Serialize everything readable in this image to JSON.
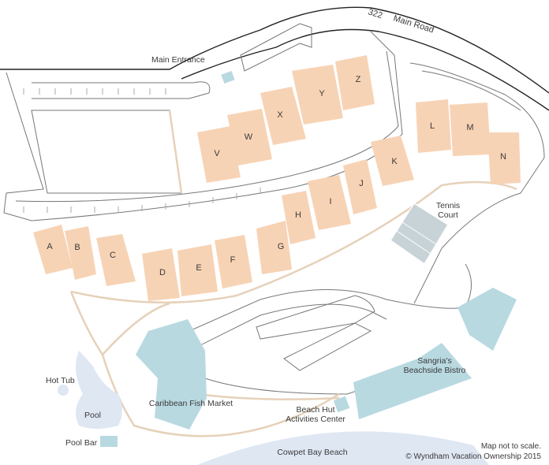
{
  "road": {
    "number": "322",
    "name": "Main Road"
  },
  "labels": {
    "main_entrance": "Main Entrance",
    "tennis_court": [
      "Tennis",
      "Court"
    ],
    "sangrias": [
      "Sangria's",
      "Beachside Bistro"
    ],
    "fish_market": "Caribbean Fish Market",
    "beach_hut": [
      "Beach Hut",
      "Activities Center"
    ],
    "hot_tub": "Hot Tub",
    "pool": "Pool",
    "pool_bar": "Pool Bar",
    "beach": "Cowpet Bay Beach"
  },
  "buildings": [
    "A",
    "B",
    "C",
    "D",
    "E",
    "F",
    "G",
    "H",
    "I",
    "J",
    "K",
    "L",
    "M",
    "N",
    "V",
    "W",
    "X",
    "Y",
    "Z"
  ],
  "footer": {
    "disclaimer": "Map not to scale.",
    "copyright": "© Wyndham Vacation Ownership 2015"
  },
  "colors": {
    "building": "#f7d3b5",
    "amenity": "#b9d9e1",
    "water": "#dfe7f3",
    "path": "#e6d1b9",
    "road_outline": "#777777"
  }
}
